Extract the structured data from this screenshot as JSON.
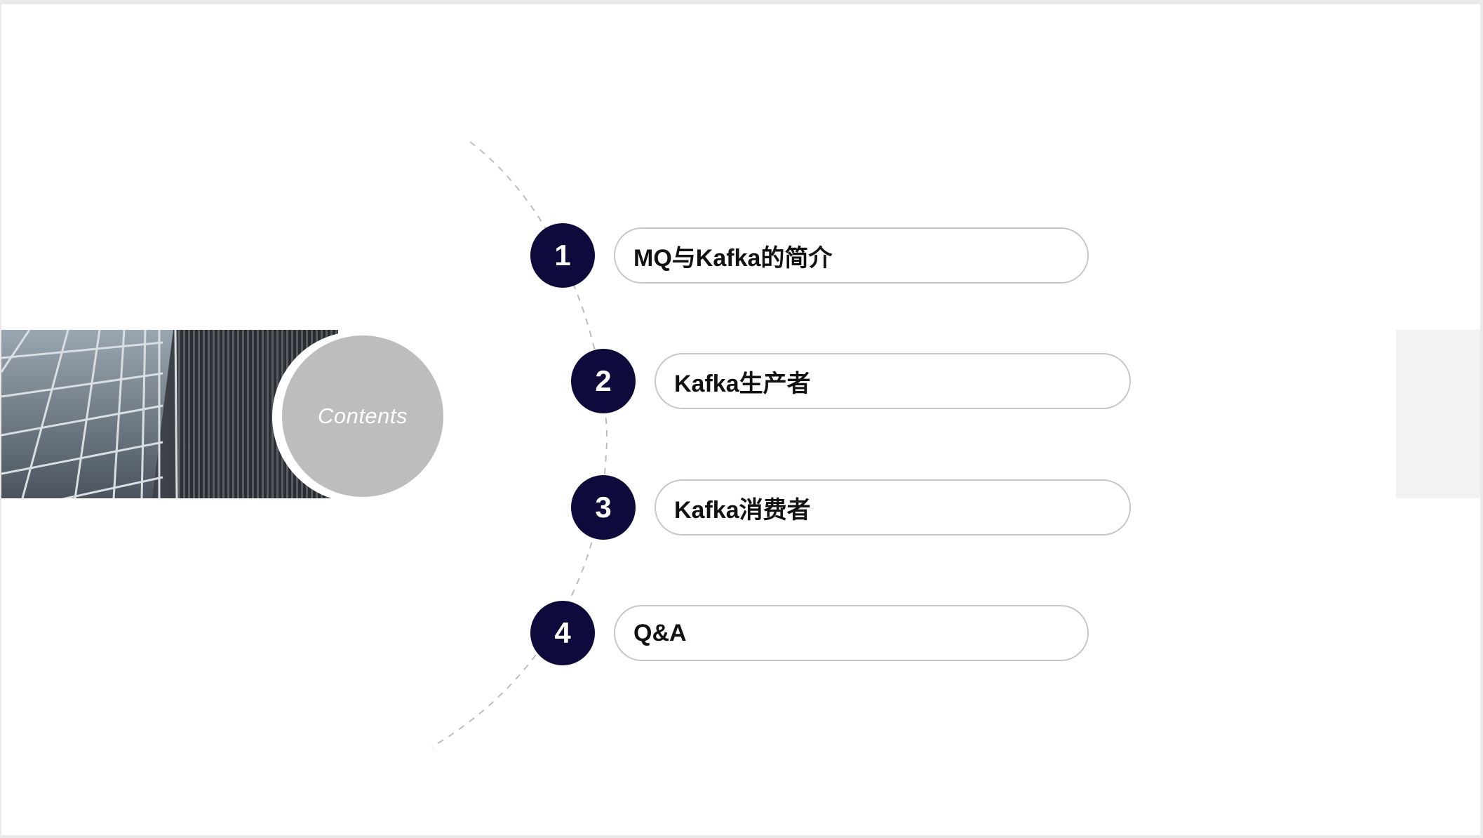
{
  "slide": {
    "contents_label": "Contents",
    "items": [
      {
        "number": "1",
        "label": "MQ与Kafka的简介"
      },
      {
        "number": "2",
        "label": "Kafka生产者"
      },
      {
        "number": "3",
        "label": "Kafka消费者"
      },
      {
        "number": "4",
        "label": "Q&A"
      }
    ]
  },
  "colors": {
    "number_circle": "#0e0a3c",
    "contents_circle": "#bdbdbd",
    "pill_border": "#c6c6c6"
  }
}
